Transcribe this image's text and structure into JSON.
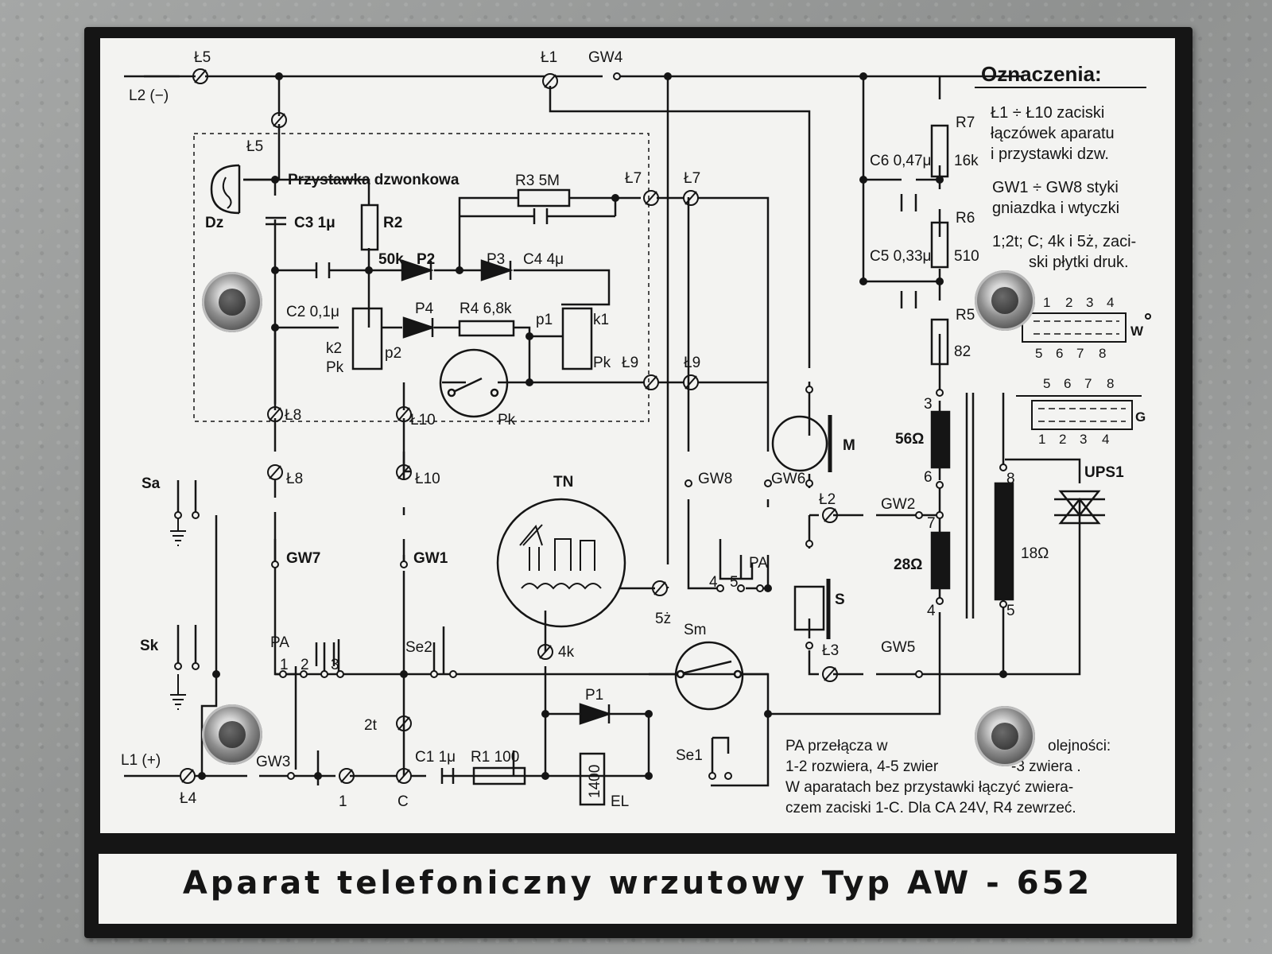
{
  "title": "Aparat telefoniczny wrzutowy Typ AW - 652",
  "legend": {
    "heading": "Oznaczenia:",
    "lines": [
      "Ł1 ÷ Ł10 zaciski",
      "łączówek aparatu",
      "i przystawki dzw.",
      "GW1 ÷ GW8 styki",
      "gniazdka i wtyczki",
      "1;2t; C; 4k i 5ż, zaci-",
      "ski płytki druk."
    ],
    "socket_w": {
      "top": [
        "1",
        "2",
        "3",
        "4"
      ],
      "bottom": [
        "5",
        "6",
        "7",
        "8"
      ],
      "name": "W"
    },
    "socket_g": {
      "top": [
        "5",
        "6",
        "7",
        "8"
      ],
      "bottom": [
        "1",
        "2",
        "3",
        "4"
      ],
      "name": "G"
    }
  },
  "module_label": "Przystawka dzwonkowa",
  "notes": [
    "PA przełącza w",
    "olejności:",
    "1-2 rozwiera, 4-5 zwier",
    "-3 zwiera .",
    "W aparatach bez przystawki łączyć zwiera-",
    "czem zaciski 1-C. Dla CA 24V, R4 zewrzeć."
  ],
  "labels": {
    "l5_top": "Ł5",
    "l2": "L2 (−)",
    "l1_top": "Ł1",
    "gw4": "GW4",
    "l5_inner": "Ł5",
    "dz": "Dz",
    "c3": "C3 1μ",
    "r2": "R2",
    "r2v": "50k",
    "p2": "P2",
    "p3": "P3",
    "c4": "C4 4μ",
    "r3": "R3 5M",
    "l7a": "Ł7",
    "l7b": "Ł7",
    "c2": "C2 0,1μ",
    "p4": "P4",
    "r4": "R4 6,8k",
    "p1s": "p1",
    "k1": "k1",
    "k2": "k2",
    "pk_left": "Pk",
    "p2s": "p2",
    "pk_right": "Pk",
    "l9a": "Ł9",
    "l9b": "Ł9",
    "pk_sw": "Pk",
    "l8a": "Ł8",
    "l10a": "Ł10",
    "l8b": "Ł8",
    "l10b": "Ł10",
    "tn": "TN",
    "gw8": "GW8",
    "gw6": "GW6",
    "m": "M",
    "l2t": "Ł2",
    "gw2": "GW2",
    "s": "S",
    "sa": "Sa",
    "sk": "Sk",
    "gw7": "GW7",
    "gw1": "GW1",
    "pa": "PA",
    "pa_b": "PA",
    "pa1": "1",
    "pa2": "2",
    "pa3": "3",
    "se2": "Se2",
    "c5z": "5ż",
    "sm": "Sm",
    "c4k": "4k",
    "p1": "P1",
    "two_t": "2t",
    "c1": "C1 1μ",
    "r1": "R1 100",
    "el_box": "1400",
    "el": "EL",
    "se1": "Se1",
    "l1": "L1 (+)",
    "l4": "Ł4",
    "gw3": "GW3",
    "t1": "1",
    "tc": "C",
    "l3": "Ł3",
    "gw5": "GW5",
    "r7": "R7",
    "r7v": "16k",
    "c6": "C6 0,47μ",
    "r6": "R6",
    "r6v": "510",
    "c5": "C5 0,33μ",
    "r5": "R5",
    "r5v": "82",
    "n3": "3",
    "w56": "56Ω",
    "n6": "6",
    "n7": "7",
    "w28": "28Ω",
    "n4": "4",
    "n8": "8",
    "w18": "18Ω",
    "n5": "5",
    "ups": "UPS1",
    "pa4": "4",
    "pa5": "5"
  }
}
